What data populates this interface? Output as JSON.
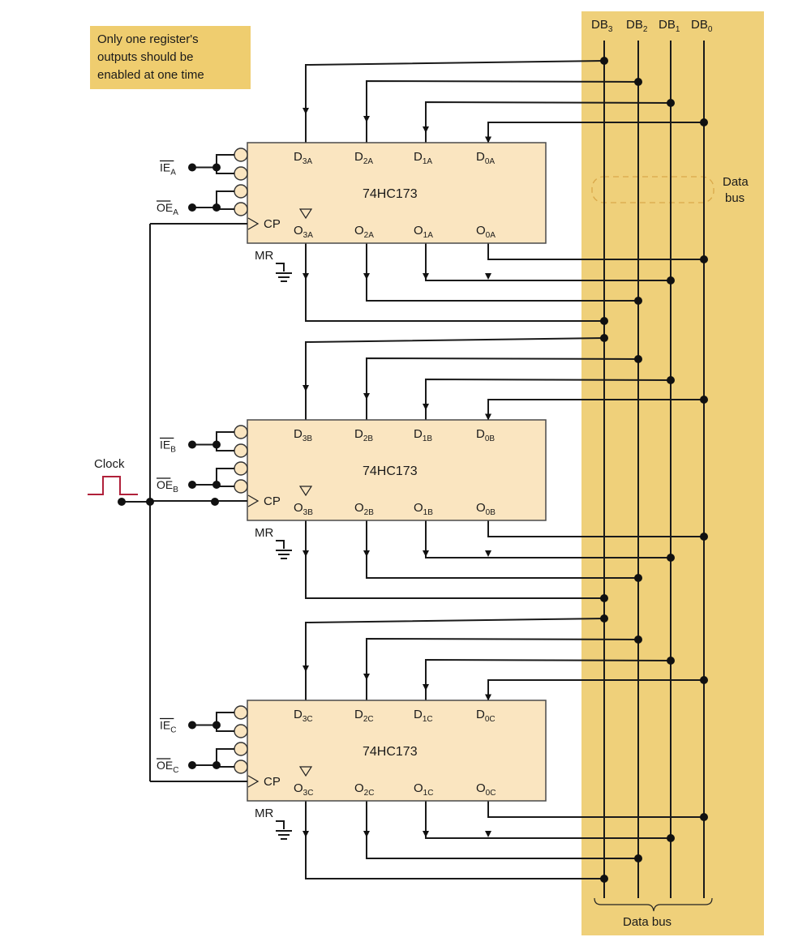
{
  "note": {
    "lines": [
      "Only one register's",
      "outputs should be",
      "enabled at one time"
    ]
  },
  "bus": {
    "lines": [
      {
        "base": "DB",
        "sub": "3"
      },
      {
        "base": "DB",
        "sub": "2"
      },
      {
        "base": "DB",
        "sub": "1"
      },
      {
        "base": "DB",
        "sub": "0"
      }
    ],
    "side_label_lines": [
      "Data",
      "bus"
    ],
    "bottom_label": "Data bus",
    "color": "#efd07a"
  },
  "clock": {
    "label": "Clock",
    "color": "#b0203a"
  },
  "registers": [
    {
      "id": "A",
      "chip": "74HC173",
      "ie": {
        "base": "IE",
        "sub": "A"
      },
      "oe": {
        "base": "OE",
        "sub": "A"
      },
      "cp": "CP",
      "mr": "MR",
      "inputs": [
        {
          "base": "D",
          "sub": "3A"
        },
        {
          "base": "D",
          "sub": "2A"
        },
        {
          "base": "D",
          "sub": "1A"
        },
        {
          "base": "D",
          "sub": "0A"
        }
      ],
      "outputs": [
        {
          "base": "O",
          "sub": "3A"
        },
        {
          "base": "O",
          "sub": "2A"
        },
        {
          "base": "O",
          "sub": "1A"
        },
        {
          "base": "O",
          "sub": "0A"
        }
      ]
    },
    {
      "id": "B",
      "chip": "74HC173",
      "ie": {
        "base": "IE",
        "sub": "B"
      },
      "oe": {
        "base": "OE",
        "sub": "B"
      },
      "cp": "CP",
      "mr": "MR",
      "inputs": [
        {
          "base": "D",
          "sub": "3B"
        },
        {
          "base": "D",
          "sub": "2B"
        },
        {
          "base": "D",
          "sub": "1B"
        },
        {
          "base": "D",
          "sub": "0B"
        }
      ],
      "outputs": [
        {
          "base": "O",
          "sub": "3B"
        },
        {
          "base": "O",
          "sub": "2B"
        },
        {
          "base": "O",
          "sub": "1B"
        },
        {
          "base": "O",
          "sub": "0B"
        }
      ]
    },
    {
      "id": "C",
      "chip": "74HC173",
      "ie": {
        "base": "IE",
        "sub": "C"
      },
      "oe": {
        "base": "OE",
        "sub": "C"
      },
      "cp": "CP",
      "mr": "MR",
      "inputs": [
        {
          "base": "D",
          "sub": "3C"
        },
        {
          "base": "D",
          "sub": "2C"
        },
        {
          "base": "D",
          "sub": "1C"
        },
        {
          "base": "D",
          "sub": "0C"
        }
      ],
      "outputs": [
        {
          "base": "O",
          "sub": "3C"
        },
        {
          "base": "O",
          "sub": "2C"
        },
        {
          "base": "O",
          "sub": "1C"
        },
        {
          "base": "O",
          "sub": "0C"
        }
      ]
    }
  ]
}
